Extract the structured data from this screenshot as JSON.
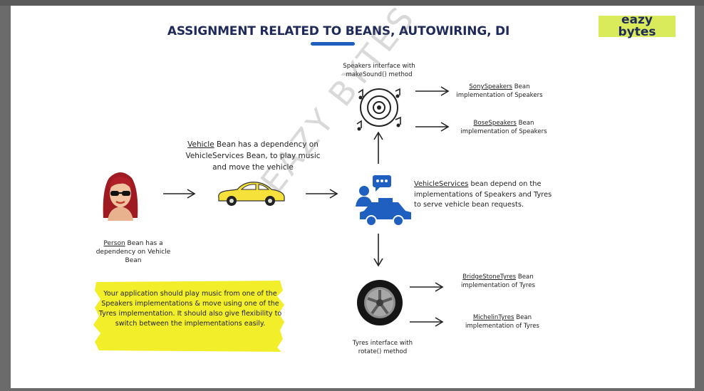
{
  "title": "ASSIGNMENT RELATED TO BEANS, AUTOWIRING, DI",
  "logo": {
    "line1": "eazy",
    "line2": "bytes"
  },
  "watermark": "EAZY BYTES",
  "person": {
    "link": "Person",
    "rest": " Bean has a dependency on Vehicle Bean"
  },
  "vehicle": {
    "link": "Vehicle",
    "rest": " Bean has a dependency on VehicleServices Bean, to play music and move the vehicle"
  },
  "vehicle_services": {
    "link": "VehicleServices",
    "rest": " bean depend on the implementations of Speakers and Tyres to serve vehicle bean requests."
  },
  "speakers_interface": "Speakers interface with makeSound() method",
  "tyres_interface": "Tyres interface with rotate() method",
  "sony": {
    "link": "SonySpeakers",
    "rest": " Bean implementation of Speakers"
  },
  "bose": {
    "link": "BoseSpeakers",
    "rest": " Bean implementation of Speakers"
  },
  "bridgestone": {
    "link": "BridgeStoneTyres",
    "rest": " Bean implementation of Tyres"
  },
  "michelin": {
    "link": "MichelinTyres",
    "rest": " Bean implementation of Tyres"
  },
  "note": "Your application should play music from one of the Speakers implementations & move using one of the Tyres implementation. It should also give flexibility to switch between the implementations easily.",
  "colors": {
    "title": "#1e2a5a",
    "accent_blue": "#1f5fbf",
    "logo_bg": "#d9ea5b",
    "car_yellow": "#f5e13a",
    "highlight_yellow": "#f2ee2a"
  },
  "icons": [
    "woman-avatar-icon",
    "yellow-car-icon",
    "vehicle-service-icon",
    "speaker-icon",
    "tyre-icon"
  ]
}
